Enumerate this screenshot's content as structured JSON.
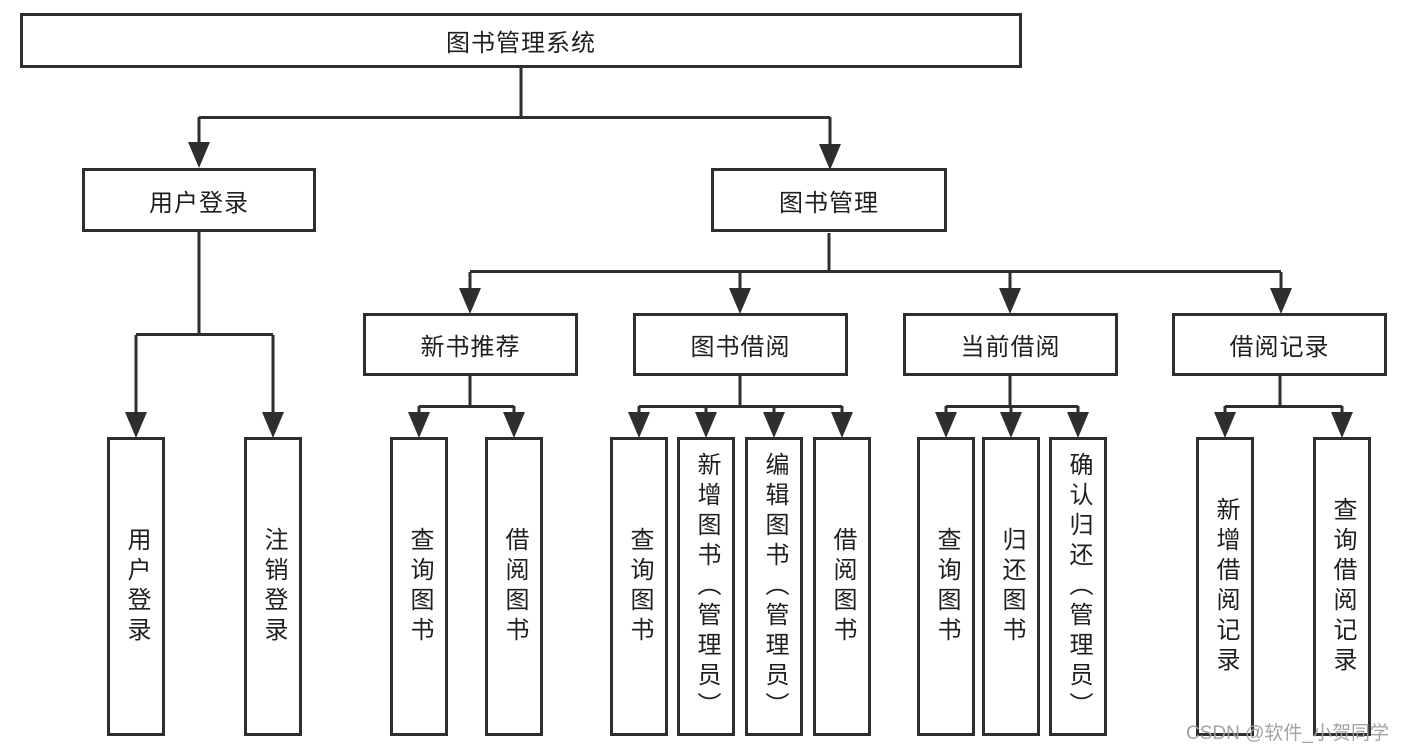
{
  "tree": {
    "root": "图书管理系统",
    "children": [
      {
        "label": "用户登录",
        "children": [
          {
            "label": "用户登录"
          },
          {
            "label": "注销登录"
          }
        ]
      },
      {
        "label": "图书管理",
        "children": [
          {
            "label": "新书推荐",
            "children": [
              {
                "label": "查询图书"
              },
              {
                "label": "借阅图书"
              }
            ]
          },
          {
            "label": "图书借阅",
            "children": [
              {
                "label": "查询图书"
              },
              {
                "label": "新增图书（管理员）"
              },
              {
                "label": "编辑图书（管理员）"
              },
              {
                "label": "借阅图书"
              }
            ]
          },
          {
            "label": "当前借阅",
            "children": [
              {
                "label": "查询图书"
              },
              {
                "label": "归还图书"
              },
              {
                "label": "确认归还（管理员）"
              }
            ]
          },
          {
            "label": "借阅记录",
            "children": [
              {
                "label": "新增借阅记录"
              },
              {
                "label": "查询借阅记录"
              }
            ]
          }
        ]
      }
    ]
  },
  "watermark": "CSDN @软件_小贺同学",
  "colors": {
    "line": "#2e2e2e",
    "text": "#1f1f1f",
    "watermark": "#9e9e9e",
    "background": "#ffffff"
  }
}
